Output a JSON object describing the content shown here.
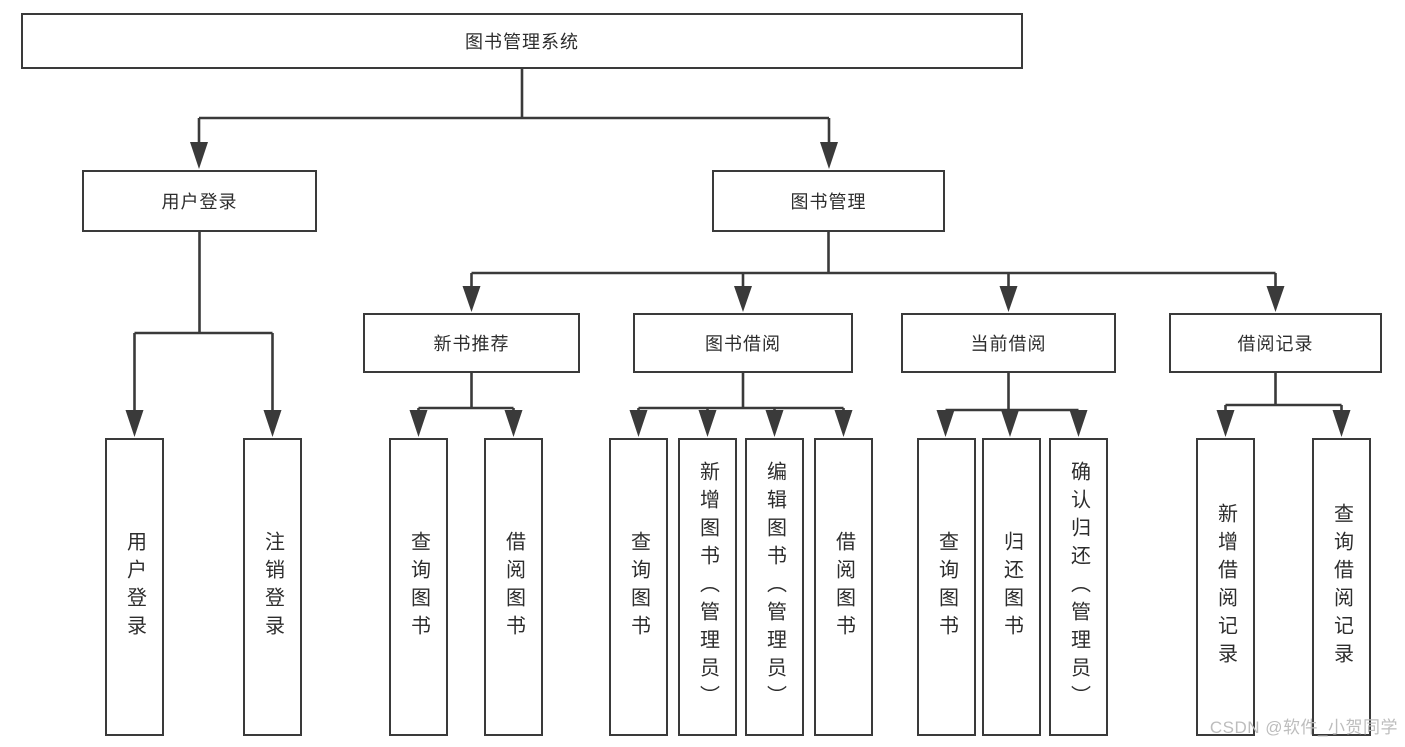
{
  "diagram": {
    "root": {
      "label": "图书管理系统"
    },
    "branches": [
      {
        "label": "用户登录",
        "leaves": [
          {
            "label": "用户登录"
          },
          {
            "label": "注销登录"
          }
        ]
      },
      {
        "label": "图书管理",
        "groups": [
          {
            "label": "新书推荐",
            "leaves": [
              {
                "label": "查询图书"
              },
              {
                "label": "借阅图书"
              }
            ]
          },
          {
            "label": "图书借阅",
            "leaves": [
              {
                "label": "查询图书"
              },
              {
                "label": "新增图书（管理员）"
              },
              {
                "label": "编辑图书（管理员）"
              },
              {
                "label": "借阅图书"
              }
            ]
          },
          {
            "label": "当前借阅",
            "leaves": [
              {
                "label": "查询图书"
              },
              {
                "label": "归还图书"
              },
              {
                "label": "确认归还（管理员）"
              }
            ]
          },
          {
            "label": "借阅记录",
            "leaves": [
              {
                "label": "新增借阅记录"
              },
              {
                "label": "查询借阅记录"
              }
            ]
          }
        ]
      }
    ]
  },
  "watermark": {
    "text": "CSDN @软件_小贺同学",
    "color": "#bdbdbd"
  },
  "colors": {
    "line": "#3a3a3a",
    "text": "#2d2d2d",
    "background": "#ffffff"
  }
}
